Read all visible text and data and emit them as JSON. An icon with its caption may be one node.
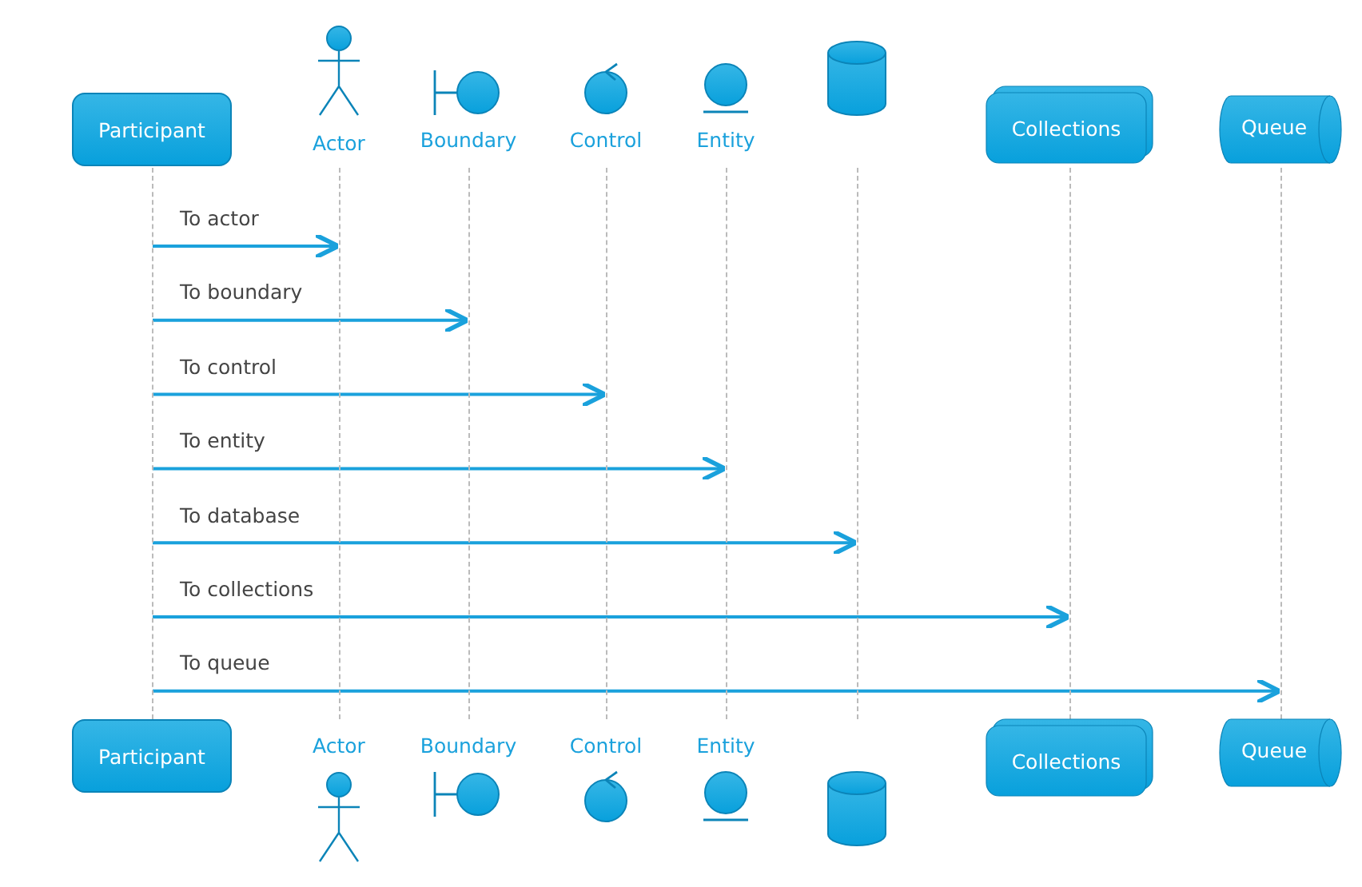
{
  "diagram": {
    "nodes": [
      {
        "text": [
          "Participant"
        ]
      },
      {
        "text": [
          "Actor"
        ]
      },
      {
        "text": [
          "Boundary"
        ]
      },
      {
        "text": [
          "Control"
        ]
      },
      {
        "text": [
          "Entity"
        ]
      },
      {
        "text": [],
        "shape": "cylinder"
      },
      {
        "text": [
          "Collections"
        ]
      },
      {
        "text": [
          "Queue"
        ]
      },
      {
        "text": [],
        "shape": "line"
      },
      {
        "text": [],
        "shape": "line"
      },
      {
        "text": [],
        "shape": "line"
      },
      {
        "text": [],
        "shape": "line"
      },
      {
        "text": [],
        "shape": "line"
      },
      {
        "text": [],
        "shape": "line"
      },
      {
        "text": [],
        "shape": "line"
      },
      {
        "text": [],
        "shape": "line"
      },
      {
        "text": [
          "Participant"
        ]
      },
      {
        "text": [
          "Actor"
        ]
      },
      {
        "text": [
          "Boundary"
        ]
      },
      {
        "text": [
          "Control"
        ]
      },
      {
        "text": [
          "Entity"
        ]
      },
      {
        "text": [],
        "shape": "cylinder"
      },
      {
        "text": [
          "Collections"
        ]
      },
      {
        "text": [
          "Queue"
        ]
      }
    ],
    "edges": [
      {
        "from": 8,
        "to": 9,
        "arrow": "to",
        "label": "To actor"
      },
      {
        "from": 8,
        "to": 10,
        "arrow": "to",
        "label": "To boundary"
      },
      {
        "from": 8,
        "to": 11,
        "arrow": "to",
        "label": "To control"
      },
      {
        "from": 8,
        "to": 12,
        "arrow": "to",
        "label": "To entity"
      },
      {
        "from": 8,
        "to": 13,
        "arrow": "to",
        "label": "To database"
      },
      {
        "from": 8,
        "to": 14,
        "arrow": "to",
        "label": "To collections"
      },
      {
        "from": 8,
        "to": 15,
        "arrow": "to",
        "label": "To queue"
      }
    ]
  }
}
